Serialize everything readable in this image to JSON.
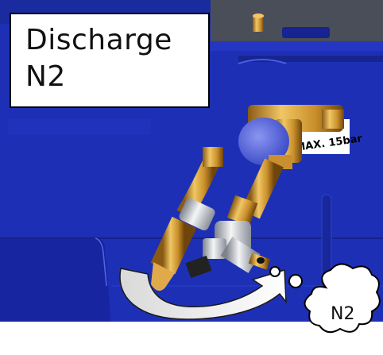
{
  "title": {
    "line1": "Discharge",
    "line2": "N2"
  },
  "valve_label": "MAX. 15bar",
  "cloud_label": "N2",
  "colors": {
    "panel_blue": "#1c2fb3",
    "panel_blue_dark": "#13228c",
    "brass": "#d7a43c",
    "brass_dark": "#a8741e",
    "steel": "#c9ccd2",
    "gauge_blue": "#4f5fd8",
    "arrow_fill": "#f2f2f2"
  },
  "icons": [
    "thought-cloud-icon",
    "curved-arrow-icon"
  ]
}
